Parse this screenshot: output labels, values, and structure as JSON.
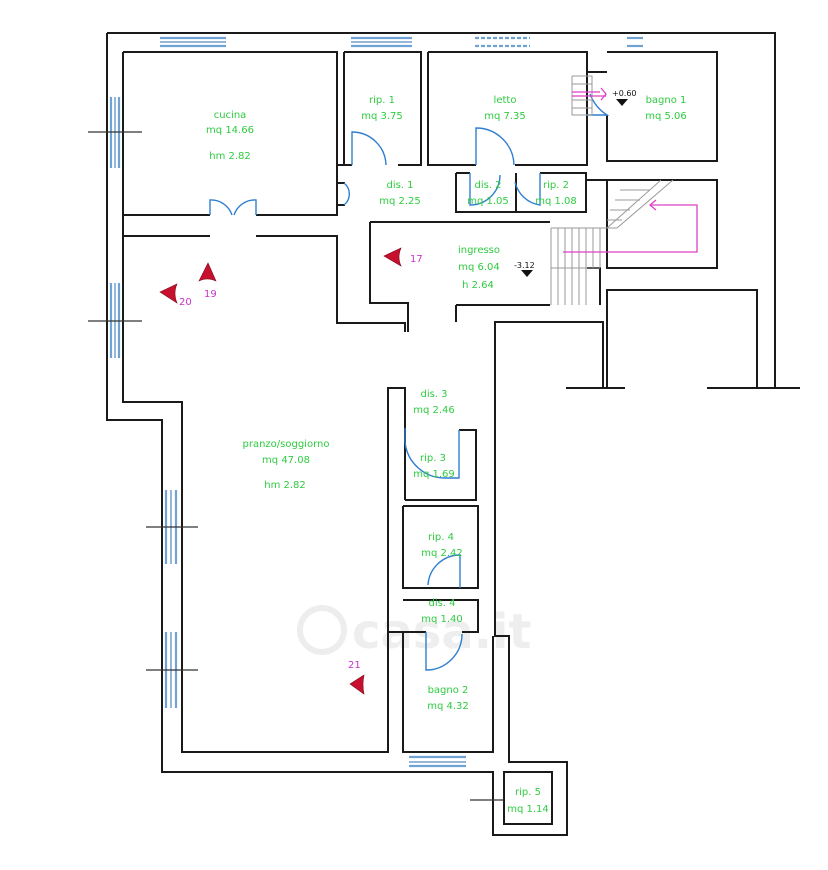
{
  "rooms": [
    {
      "id": "cucina",
      "name": "cucina",
      "area": "mq 14.66",
      "height": "hm 2.82"
    },
    {
      "id": "rip1",
      "name": "rip. 1",
      "area": "mq 3.75"
    },
    {
      "id": "letto",
      "name": "letto",
      "area": "mq 7.35"
    },
    {
      "id": "bagno1",
      "name": "bagno 1",
      "area": "mq 5.06"
    },
    {
      "id": "dis1",
      "name": "dis. 1",
      "area": "mq 2.25"
    },
    {
      "id": "dis2",
      "name": "dis. 2",
      "area": "mq 1.05"
    },
    {
      "id": "rip2",
      "name": "rip. 2",
      "area": "mq 1.08"
    },
    {
      "id": "ingresso",
      "name": "ingresso",
      "area": "mq 6.04",
      "height": "h 2.64"
    },
    {
      "id": "dis3",
      "name": "dis. 3",
      "area": "mq 2.46"
    },
    {
      "id": "rip3",
      "name": "rip. 3",
      "area": "mq 1.69"
    },
    {
      "id": "pranzo",
      "name": "pranzo/soggiorno",
      "area": "mq 47.08",
      "height": "hm 2.82"
    },
    {
      "id": "rip4",
      "name": "rip. 4",
      "area": "mq 2.42"
    },
    {
      "id": "dis4",
      "name": "dis. 4",
      "area": "mq 1.40"
    },
    {
      "id": "bagno2",
      "name": "bagno 2",
      "area": "mq 4.32"
    },
    {
      "id": "rip5",
      "name": "rip. 5",
      "area": "mq 1.14"
    }
  ],
  "levels": {
    "bagno1": "+0.60",
    "ingresso": "-3.12"
  },
  "photo_markers": {
    "m17": "17",
    "m19": "19",
    "m20": "20",
    "m21": "21"
  },
  "watermark": "casa.it",
  "colors": {
    "room_label": "#2ecc40",
    "marker_label": "#cc33cc",
    "door": "#2f7fd0",
    "window": "#6fa3d6",
    "camera": "#c8102e",
    "stair_arrow": "#e040c8"
  }
}
